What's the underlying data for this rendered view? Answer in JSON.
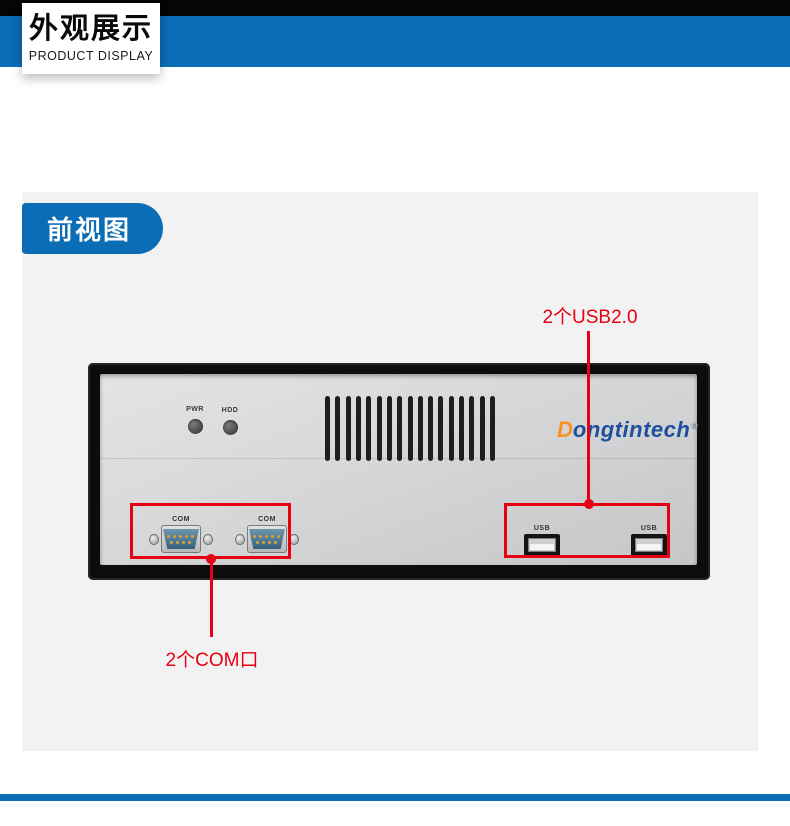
{
  "header": {
    "title": "外观展示",
    "subtitle": "PRODUCT DISPLAY"
  },
  "section": {
    "badge": "前视图"
  },
  "device": {
    "brand": {
      "initial": "D",
      "rest": "ongtintech",
      "registered": "®"
    },
    "leds": [
      {
        "label": "PWR"
      },
      {
        "label": "HDD"
      }
    ],
    "com_ports": [
      {
        "label": "COM"
      },
      {
        "label": "COM"
      }
    ],
    "usb_ports": [
      {
        "label": "USB"
      },
      {
        "label": "USB"
      }
    ]
  },
  "annotations": {
    "usb": "2个USB2.0",
    "com": "2个COM口"
  },
  "colors": {
    "accent_blue": "#0b6db6",
    "annotation_red": "#e60012",
    "brand_blue": "#1d4f9e",
    "brand_orange": "#f5921e",
    "card_gray": "#f2f2f2",
    "chassis_black": "#0d0d0d"
  }
}
